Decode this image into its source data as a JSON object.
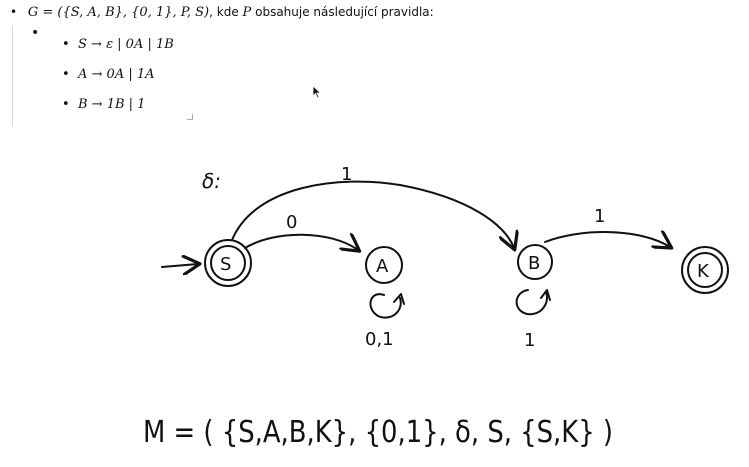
{
  "intro": {
    "grammar": "G = ({S, A, B}, {0, 1}, P, S)",
    "text": ", kde ",
    "p": "P",
    "rest": " obsahuje následující pravidla:"
  },
  "rules": [
    "S → ε | 0A | 1B",
    "A → 0A | 1A",
    "B → 1B | 1"
  ],
  "sketch": {
    "delta_label": "δ:",
    "states": [
      "S",
      "A",
      "B",
      "K"
    ],
    "edge_labels": {
      "s_to_b": "1",
      "s_to_a": "0",
      "b_to_k": "1",
      "a_loop": "0,1",
      "b_loop": "1"
    },
    "automaton": "M = ( {S,A,B,K}, {0,1}, δ, S, {S,K} )"
  }
}
